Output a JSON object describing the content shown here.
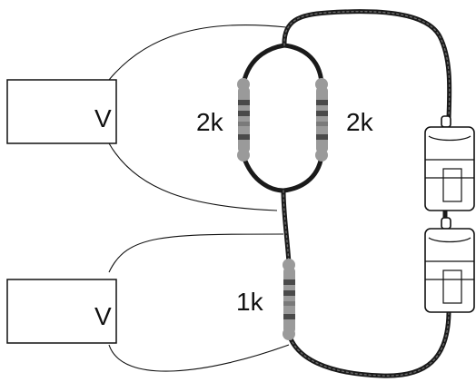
{
  "meters": [
    {
      "symbol": "V"
    },
    {
      "symbol": "V"
    }
  ],
  "resistors": [
    {
      "label": "2k"
    },
    {
      "label": "2k"
    },
    {
      "label": "1k"
    }
  ],
  "batteries": [
    {
      "icon": "battery-cell"
    },
    {
      "icon": "battery-cell"
    }
  ]
}
